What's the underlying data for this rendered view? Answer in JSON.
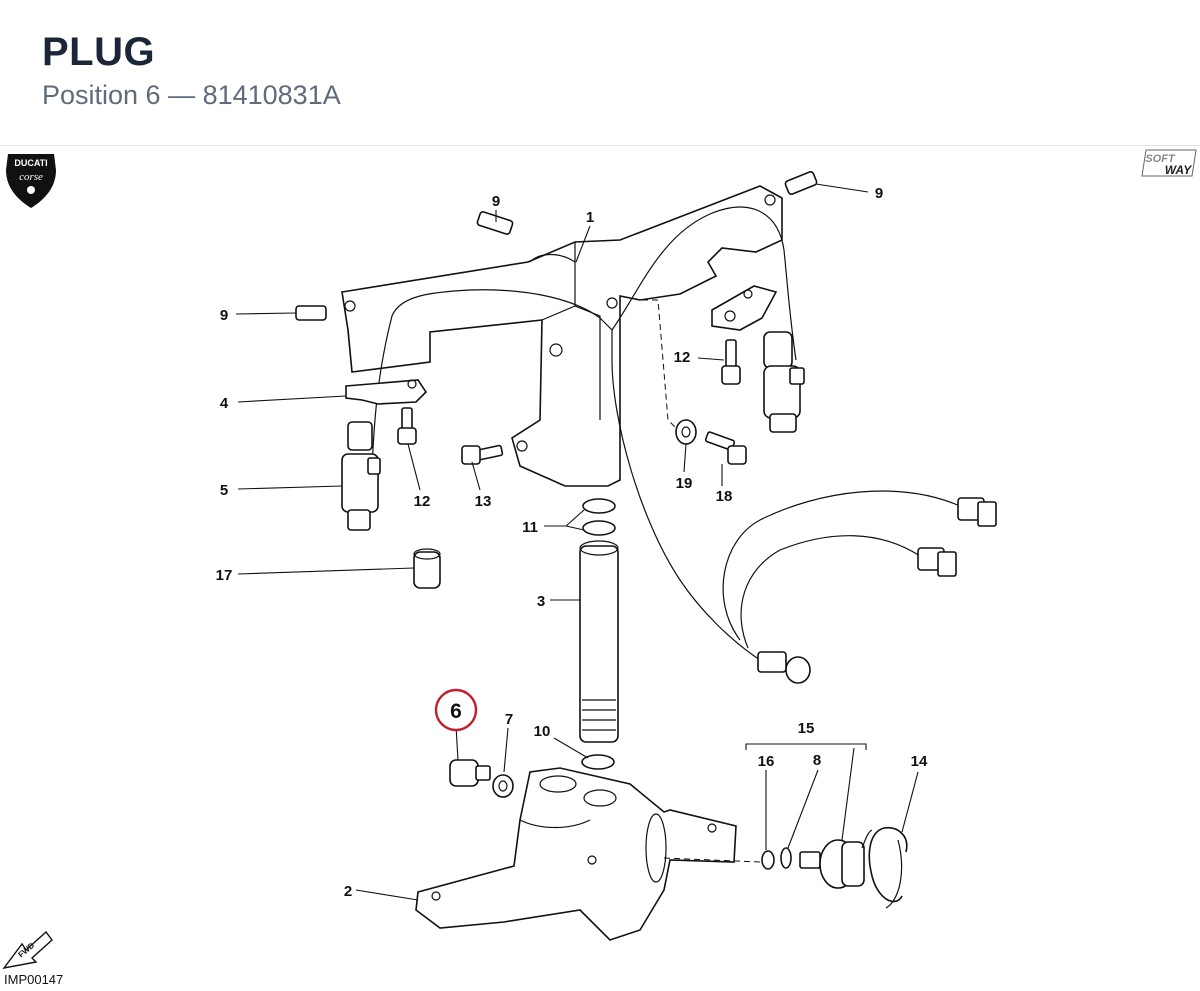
{
  "header": {
    "title": "PLUG",
    "subtitle": "Position 6 — 81410831A"
  },
  "highlight": {
    "callout": "6",
    "color": "#c0202a"
  },
  "callouts": {
    "c1": "1",
    "c2": "2",
    "c3": "3",
    "c4": "4",
    "c5": "5",
    "c6": "6",
    "c7": "7",
    "c8": "8",
    "c9a": "9",
    "c9b": "9",
    "c9c": "9",
    "c10": "10",
    "c11": "11",
    "c12a": "12",
    "c12b": "12",
    "c13": "13",
    "c14": "14",
    "c15": "15",
    "c16": "16",
    "c17": "17",
    "c18": "18",
    "c19": "19"
  },
  "logos": {
    "ducati_line1": "DUCATI",
    "ducati_line2": "corse",
    "softway_line1": "SOFT",
    "softway_line2": "WAY",
    "fwd": "FWD"
  },
  "footer": {
    "image_code": "IMP00147"
  }
}
